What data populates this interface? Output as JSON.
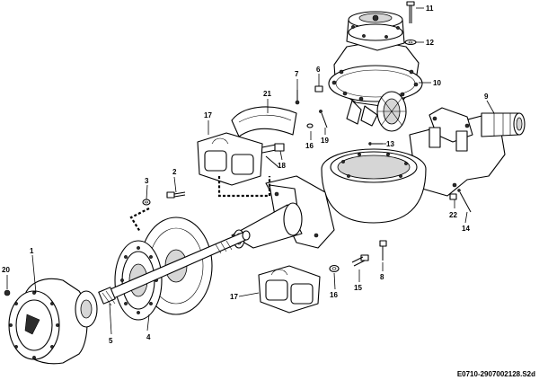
{
  "diagram": {
    "drawing_code": "E0710-2907002128.S2d",
    "callouts": [
      {
        "id": "c1",
        "label": "1"
      },
      {
        "id": "c2",
        "label": "2"
      },
      {
        "id": "c3",
        "label": "3"
      },
      {
        "id": "c4",
        "label": "4"
      },
      {
        "id": "c5",
        "label": "5"
      },
      {
        "id": "c6",
        "label": "6"
      },
      {
        "id": "c7",
        "label": "7"
      },
      {
        "id": "c8",
        "label": "8"
      },
      {
        "id": "c9",
        "label": "9"
      },
      {
        "id": "c10",
        "label": "10"
      },
      {
        "id": "c11",
        "label": "11"
      },
      {
        "id": "c12",
        "label": "12"
      },
      {
        "id": "c13",
        "label": "13"
      },
      {
        "id": "c14",
        "label": "14"
      },
      {
        "id": "c15",
        "label": "15"
      },
      {
        "id": "c16a",
        "label": "16"
      },
      {
        "id": "c16b",
        "label": "16"
      },
      {
        "id": "c17a",
        "label": "17"
      },
      {
        "id": "c17b",
        "label": "17"
      },
      {
        "id": "c18",
        "label": "18"
      },
      {
        "id": "c19",
        "label": "19"
      },
      {
        "id": "c20",
        "label": "20"
      },
      {
        "id": "c21",
        "label": "21"
      },
      {
        "id": "c22",
        "label": "22"
      }
    ]
  }
}
